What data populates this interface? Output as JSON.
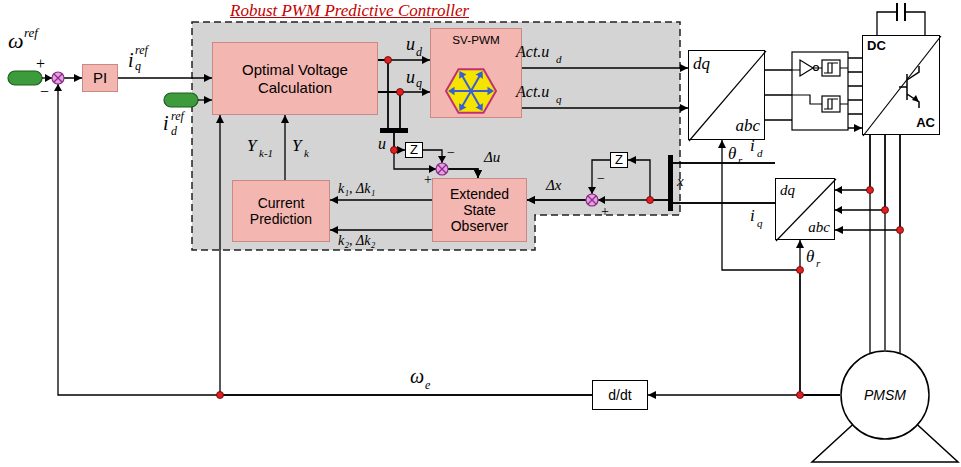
{
  "diagram": {
    "nodes": [
      {
        "text": [
          "PI"
        ]
      },
      {
        "text": [
          "Robust PWM Predictive Controller"
        ]
      },
      {
        "text": [
          "Optimal Voltage Calculation"
        ],
        "in": 1
      },
      {
        "text": [
          "SV-PWM"
        ],
        "in": 1
      },
      {
        "text": [
          "Z"
        ],
        "in": 1
      },
      {
        "text": [
          "Current Prediction"
        ],
        "in": 1
      },
      {
        "text": [
          "Extended State Observer"
        ],
        "in": 1
      },
      {
        "text": [
          "Z"
        ],
        "in": 1
      },
      {
        "text": [
          "dq",
          "abc"
        ]
      },
      {
        "text": [
          "DC",
          "AC"
        ]
      },
      {
        "text": [
          "dq",
          "abc"
        ]
      },
      {
        "text": [
          "d/dt"
        ]
      },
      {
        "text": [
          "PMSM"
        ]
      }
    ],
    "edges": [
      {
        "from": 0,
        "to": 2,
        "arrow": "to"
      },
      {
        "from": 2,
        "to": 3,
        "arrow": "to"
      },
      {
        "from": 2,
        "to": 3,
        "arrow": "to"
      },
      {
        "from": 3,
        "to": 8,
        "arrow": "to"
      },
      {
        "from": 3,
        "to": 8,
        "arrow": "to"
      },
      {
        "from": 2,
        "to": 4,
        "arrow": "to"
      },
      {
        "from": 2,
        "to": 6,
        "arrow": "to"
      },
      {
        "from": 4,
        "to": 6,
        "arrow": "to"
      },
      {
        "from": 6,
        "to": 5,
        "label": "k₁, Δk₁",
        "arrow": "to"
      },
      {
        "from": 6,
        "to": 5,
        "label": "k₂, Δk₂",
        "arrow": "to"
      },
      {
        "from": 5,
        "to": 2,
        "arrow": "to"
      },
      {
        "from": 10,
        "to": 7,
        "arrow": "to"
      },
      {
        "from": 10,
        "to": 6,
        "arrow": "to"
      },
      {
        "from": 7,
        "to": 6,
        "arrow": "to"
      },
      {
        "from": 9,
        "to": 12,
        "arrow": "none"
      },
      {
        "from": 12,
        "to": 10,
        "arrow": "to"
      },
      {
        "from": 12,
        "to": 8,
        "arrow": "to"
      },
      {
        "from": 12,
        "to": 11,
        "arrow": "to"
      },
      {
        "from": 11,
        "to": 2,
        "arrow": "to"
      },
      {
        "from": 11,
        "to": 0,
        "arrow": "to"
      },
      {
        "from": 9,
        "to": 10,
        "arrow": "to"
      },
      {
        "from": 8,
        "to": 9,
        "arrow": "to"
      }
    ],
    "labels": [
      "ω",
      "ref",
      "+",
      "−",
      "i",
      "ref",
      "q",
      "i",
      "ref",
      "d",
      "u",
      "d",
      "u",
      "q",
      "Act.u",
      "d",
      "Act.u",
      "q",
      "u",
      "−",
      "+",
      "Δu",
      "Y",
      "k-1",
      "Y",
      "k",
      "Δx",
      "−",
      "+",
      "x",
      "i",
      "d",
      "i",
      "q",
      "θ",
      "r",
      "θ",
      "r",
      "ω",
      "e"
    ]
  }
}
